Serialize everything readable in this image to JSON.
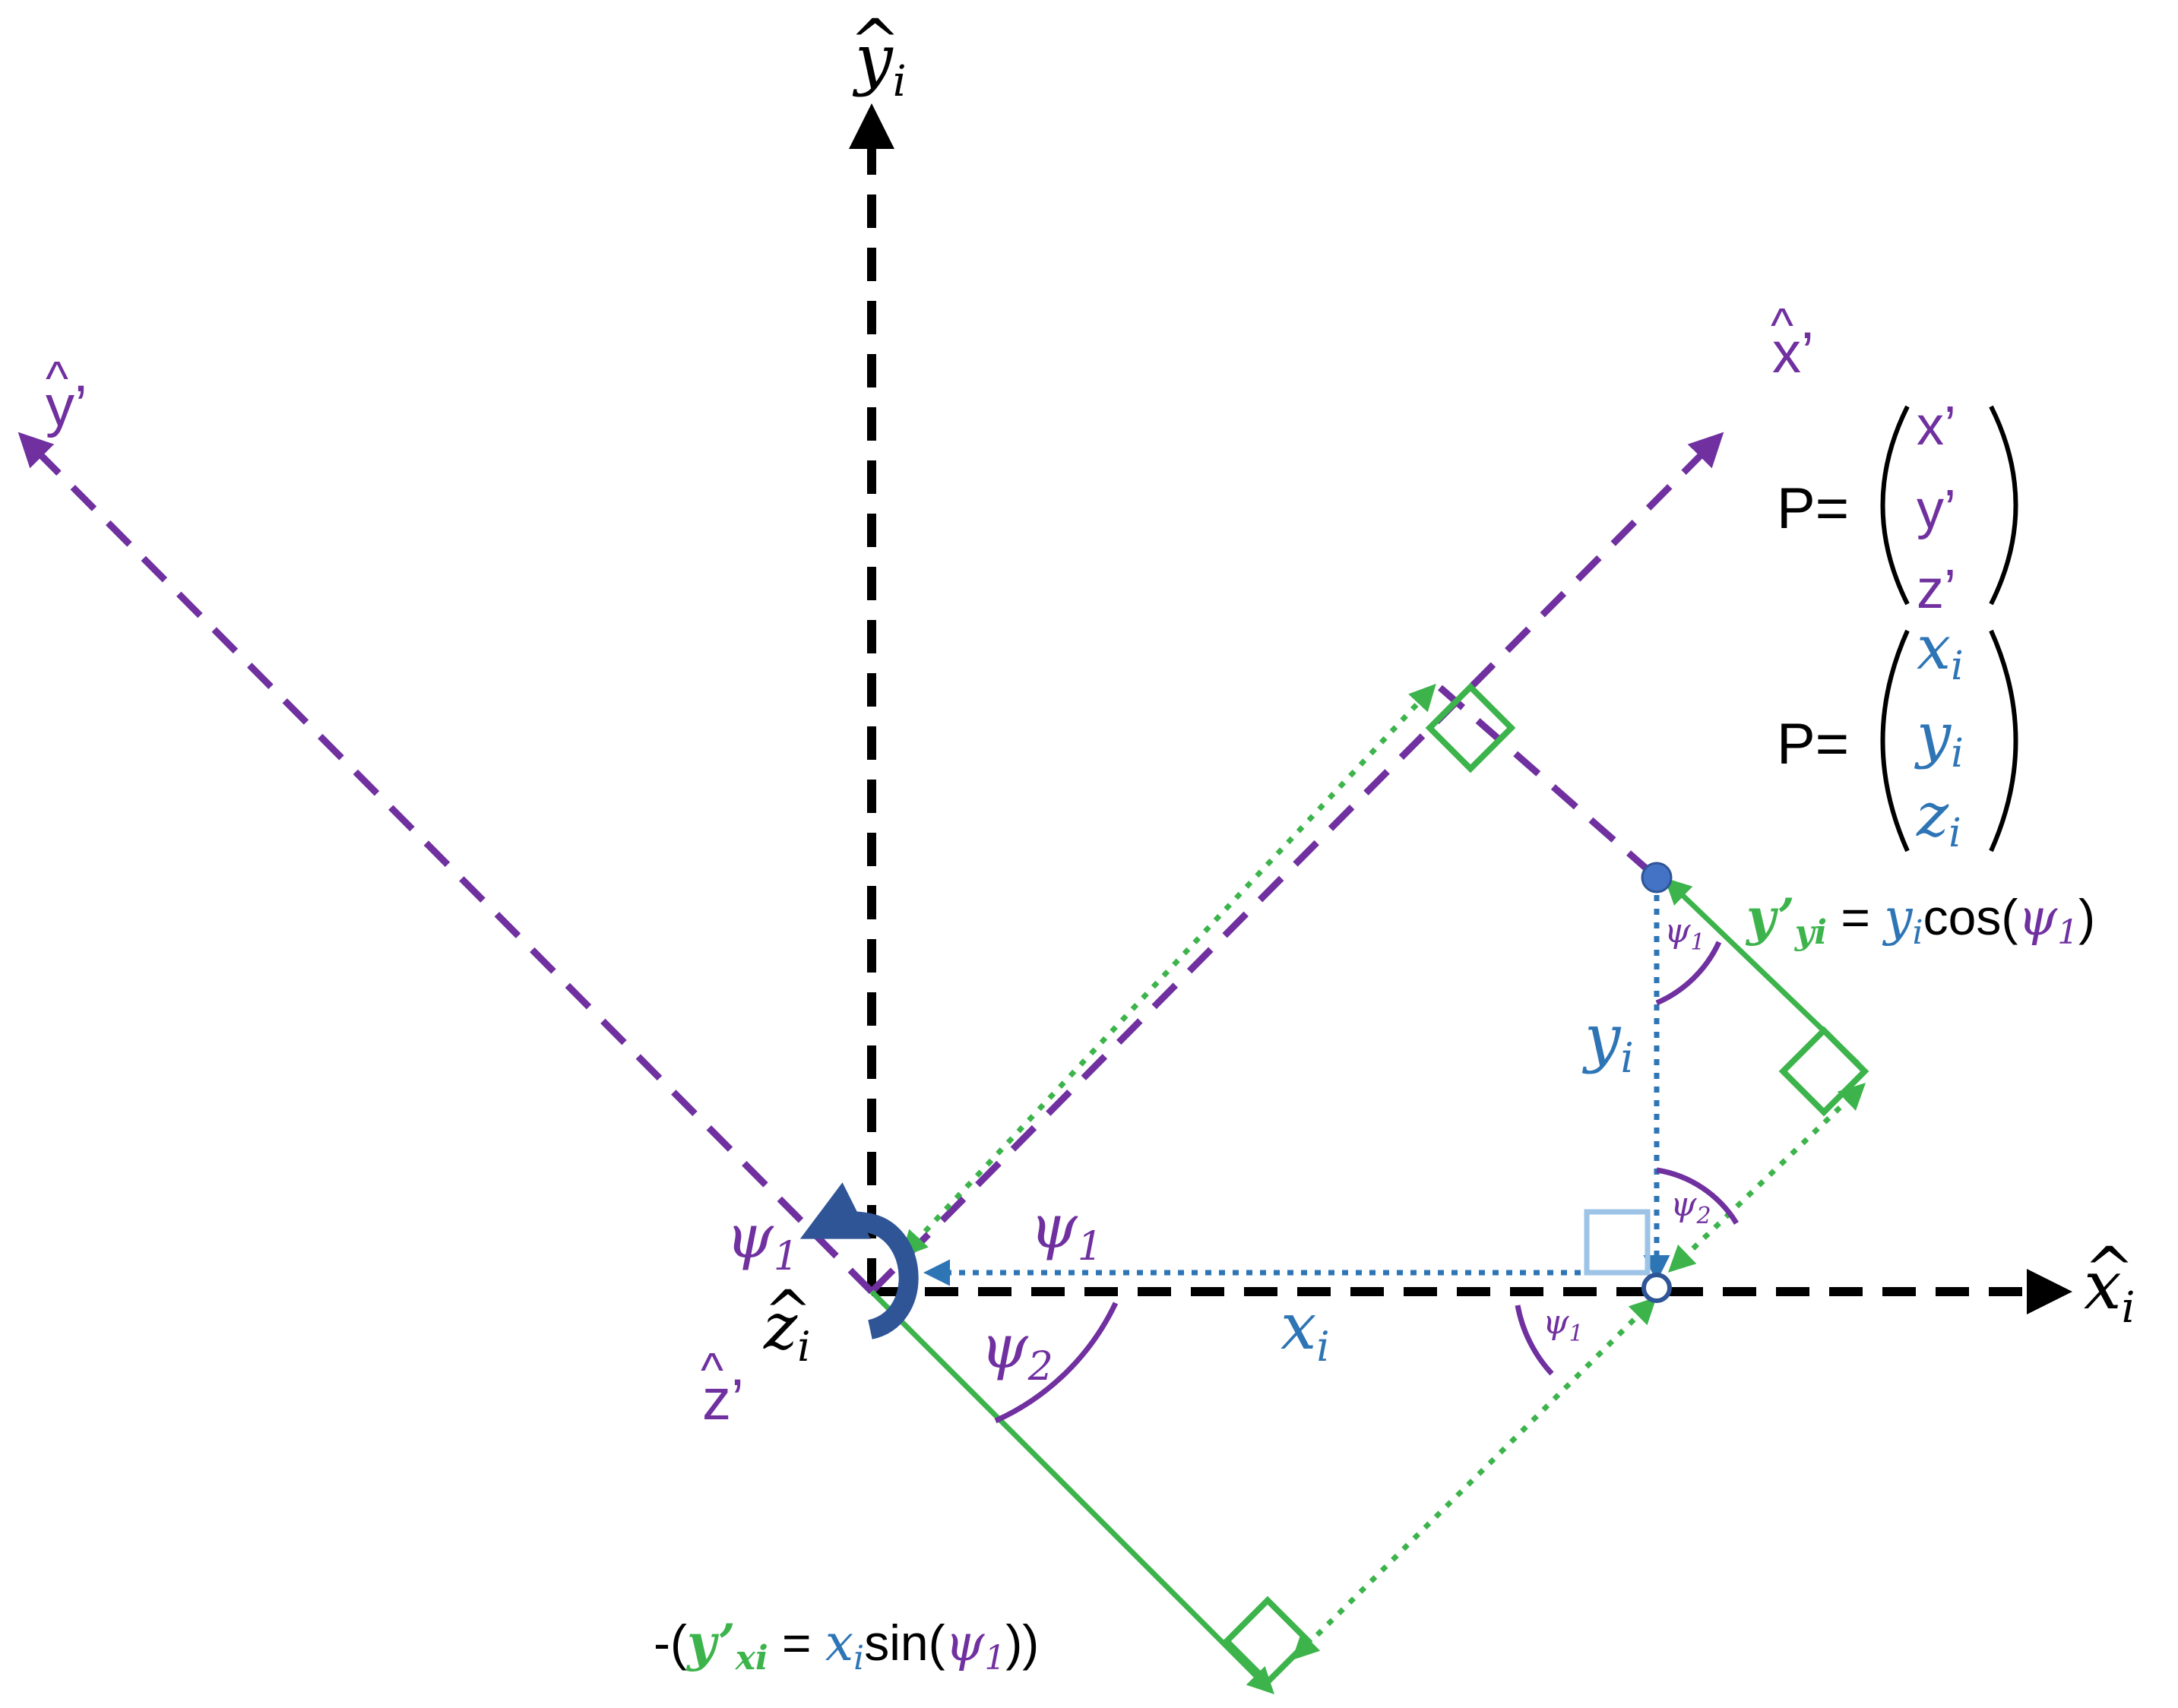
{
  "colors": {
    "black": "#000000",
    "purple": "#7030a0",
    "green": "#3cb44b",
    "blue": "#2e75b6",
    "light_blue": "#9dc3e6",
    "dark_blue": "#2f5597"
  },
  "axes": {
    "y_i": {
      "base": "y",
      "sub": "i",
      "hat": "^"
    },
    "x_i": {
      "base": "x",
      "sub": "i",
      "hat": "^"
    },
    "z_i": {
      "base": "z",
      "sub": "i",
      "hat": "^"
    },
    "x_prime": {
      "text": "x’",
      "hat": "^"
    },
    "y_prime": {
      "text": "y’",
      "hat": "^"
    },
    "z_prime": {
      "text": "z’",
      "hat": "^"
    }
  },
  "angles": {
    "psi": "ψ",
    "one": "1",
    "two": "2"
  },
  "segments": {
    "x_i": {
      "base": "x",
      "sub": "i"
    },
    "y_i": {
      "base": "y",
      "sub": "i"
    }
  },
  "matrix_prime": {
    "prefix": "P=",
    "rows": [
      "x’",
      "y’",
      "z’"
    ]
  },
  "matrix_i": {
    "prefix": "P=",
    "rows": [
      {
        "base": "x",
        "sub": "i"
      },
      {
        "base": "y",
        "sub": "i"
      },
      {
        "base": "z",
        "sub": "i"
      }
    ]
  },
  "eq_top": {
    "lhs_base": "y’",
    "lhs_sub": "yi",
    "equals": " = ",
    "coef_base": "y",
    "coef_sub": "i",
    "func": "cos(",
    "arg_base": "ψ",
    "arg_sub": "1",
    "close": ")"
  },
  "eq_bottom": {
    "prefix": "-(",
    "lhs_base": "y’",
    "lhs_sub": "xi",
    "equals": " = ",
    "coef_base": "x",
    "coef_sub": "i",
    "func": "sin(",
    "arg_base": "ψ",
    "arg_sub": "1",
    "close": "))"
  },
  "icons": [
    "rotation-arrow-icon",
    "right-angle-marker-icon",
    "point-marker-icon"
  ]
}
